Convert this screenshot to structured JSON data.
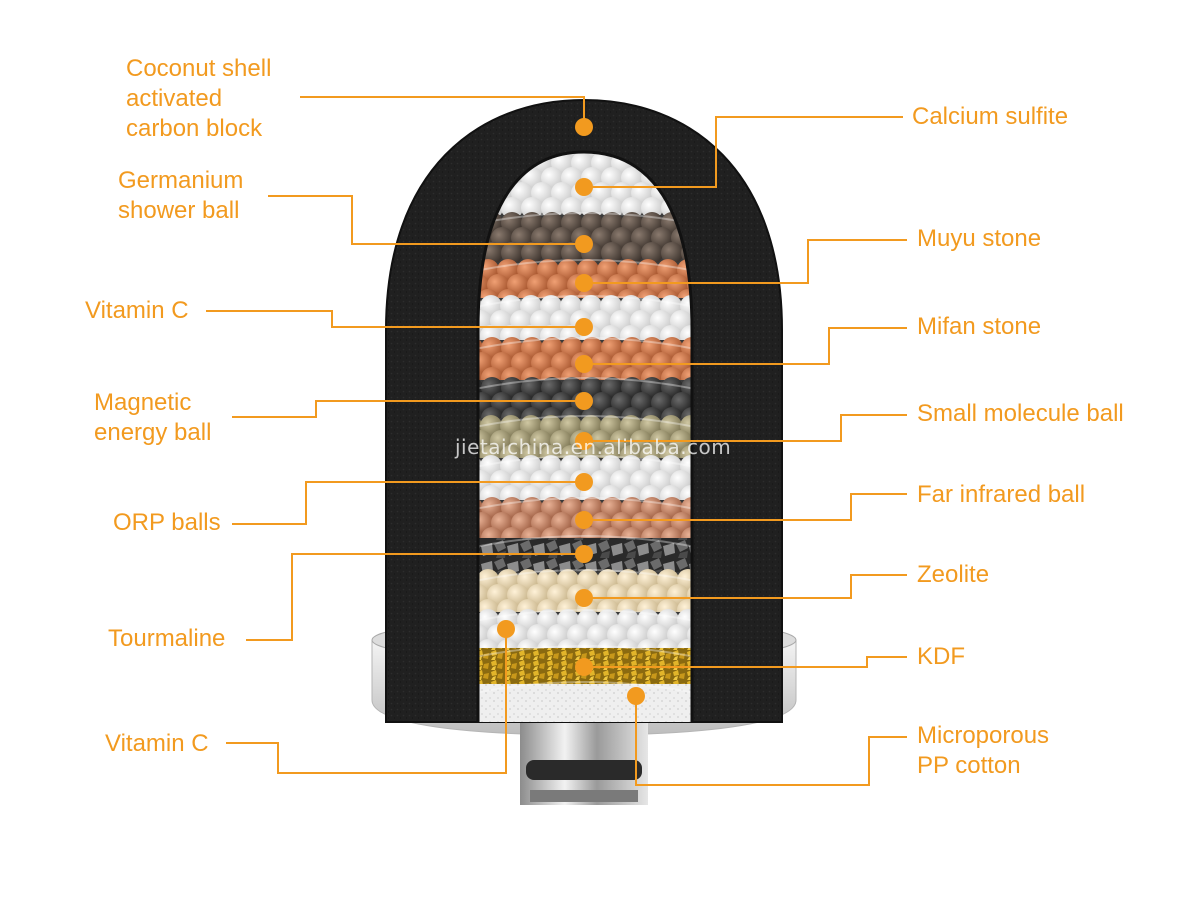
{
  "colors": {
    "accent": "#F29A1F",
    "foam": "#1E1E1E",
    "background": "#FFFFFF"
  },
  "watermark": "jietaichina.en.alibaba.com",
  "labels": {
    "coconut_shell": "Coconut shell\nactivated\ncarbon block",
    "germanium": "Germanium\nshower ball",
    "vitamin_c_top": "Vitamin C",
    "magnetic": "Magnetic\nenergy ball",
    "orp": "ORP balls",
    "tourmaline": "Tourmaline",
    "vitamin_c_bottom": "Vitamin C",
    "calcium_sulfite": "Calcium sulfite",
    "muyu": "Muyu stone",
    "mifan": "Mifan stone",
    "small_molecule": "Small molecule ball",
    "far_infrared": "Far infrared ball",
    "zeolite": "Zeolite",
    "kdf": "KDF",
    "pp_cotton": "Microporous\nPP cotton"
  }
}
